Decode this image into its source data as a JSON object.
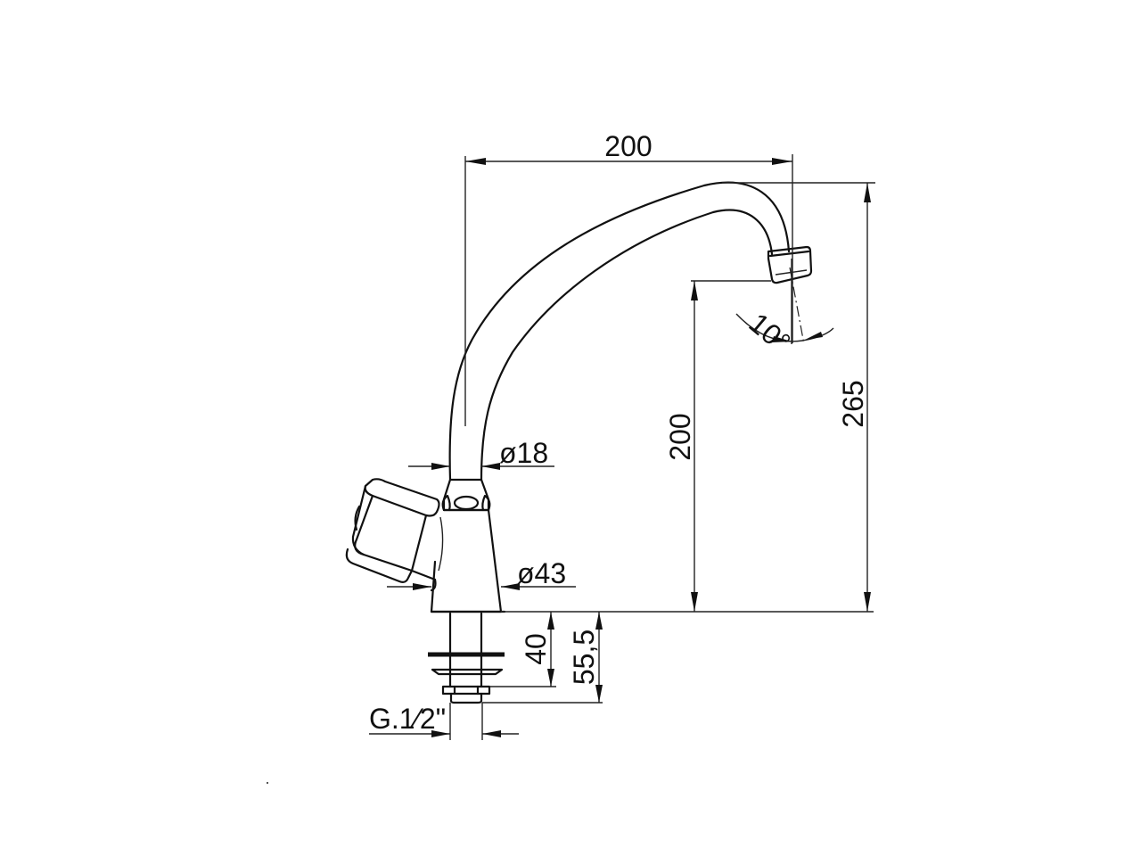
{
  "drawing": {
    "subject": "Kitchen faucet with swivel spout, single lever handle",
    "units": "mm",
    "colors": {
      "line": "#111111",
      "background": "#ffffff"
    }
  },
  "dimensions": {
    "spout_reach": "200",
    "spout_outlet_height": "200",
    "overall_height": "265",
    "spout_angle": "10°",
    "spout_diameter": "ø18",
    "body_diameter": "ø43",
    "shank_to_nut": "40",
    "shank_length": "55,5",
    "thread_prefix": "G.",
    "thread_fraction": "1⁄2",
    "thread_suffix": "\""
  }
}
